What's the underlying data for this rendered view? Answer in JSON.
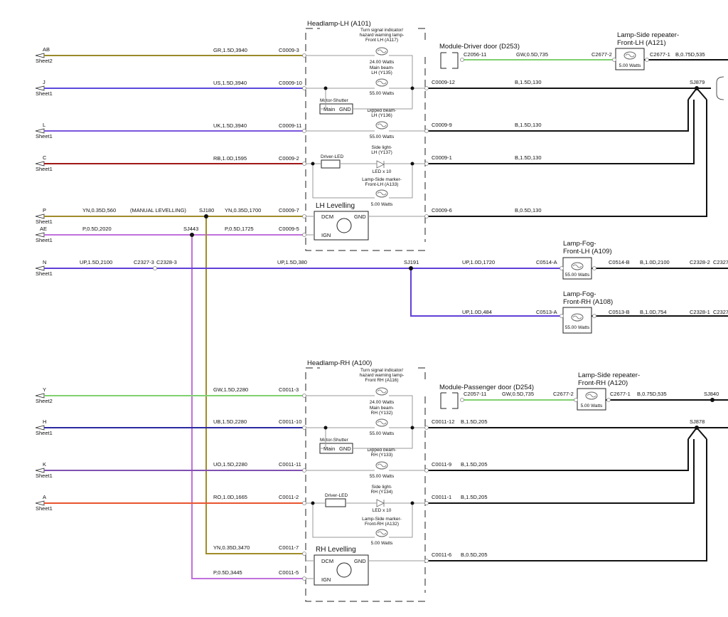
{
  "colors": {
    "GR": "#9a8a2a",
    "US": "#5a4adc",
    "UK": "#7a55dd",
    "RB": "#a01818",
    "YN": "#a08c28",
    "P": "#c070dc",
    "UP": "#6040d8",
    "GW": "#80d070",
    "UB": "#2a2aa0",
    "UO": "#8050b0",
    "RO": "#e85530",
    "B": "#111111",
    "grey": "#999999"
  },
  "headlamp_lh": {
    "title": "Headlamp-LH (A101)",
    "turn_label_1": "Turn signal indicator/",
    "turn_label_2": "hazard warning lamp-",
    "turn_label_3": "Front LH (A117)",
    "turn_watts": "24.00 Watts",
    "main_label_1": "Main beam-",
    "main_label_2": "LH (Y135)",
    "main_watts": "55.00 Watts",
    "motor_label": "Motor-Shutter",
    "motor_main": "Main",
    "motor_gnd": "GND",
    "dipped_label_1": "Dipped beam-",
    "dipped_label_2": "LH (Y136)",
    "dipped_watts": "55.00 Watts",
    "side_label_1": "Side light-",
    "side_label_2": "LH (Y137)",
    "led_count": "LED x 10",
    "driver_led": "Driver-LED",
    "marker_label_1": "Lamp-Side marker-",
    "marker_label_2": "Front-LH (A133)",
    "marker_watts": "5.00 Watts"
  },
  "lh_levelling": {
    "title": "LH Levelling",
    "dcm": "DCM",
    "gnd": "GND",
    "ign": "IGN"
  },
  "headlamp_rh": {
    "title": "Headlamp-RH (A100)",
    "turn_label_1": "Turn signal indicator/",
    "turn_label_2": "hazard warning lamp-",
    "turn_label_3": "Front RH (A116)",
    "turn_watts": "24.00 Watts",
    "main_label_1": "Main beam-",
    "main_label_2": "RH (Y132)",
    "main_watts": "55.00 Watts",
    "motor_label": "Motor-Shutter",
    "motor_main": "Main",
    "motor_gnd": "GND",
    "dipped_label_1": "Dipped beam-",
    "dipped_label_2": "RH (Y133)",
    "dipped_watts": "55.00 Watts",
    "side_label_1": "Side light-",
    "side_label_2": "RH (Y134)",
    "led_count": "LED x 10",
    "driver_led": "Driver-LED",
    "marker_label_1": "Lamp-Side marker-",
    "marker_label_2": "Front-RH (A132)",
    "marker_watts": "5.00 Watts"
  },
  "rh_levelling": {
    "title": "RH Levelling",
    "dcm": "DCM",
    "gnd": "GND",
    "ign": "IGN"
  },
  "driver_door": {
    "title": "Module-Driver door (D253)",
    "conn": "C2056-11",
    "wire": "GW,0.5D,735",
    "conn2": "C2677-2"
  },
  "passenger_door": {
    "title": "Module-Passenger door (D254)",
    "conn": "C2057-11",
    "wire": "GW,0.5D,735",
    "conn2": "C2677-2"
  },
  "repeater_lh": {
    "title_1": "Lamp-Side repeater-",
    "title_2": "Front-LH (A121)",
    "watts": "5.00 Watts",
    "conn_out": "C2677-1",
    "wire_out": "B,0.75D,535"
  },
  "repeater_rh": {
    "title_1": "Lamp-Side repeater-",
    "title_2": "Front-RH (A120)",
    "watts": "5.00 Watts",
    "conn_out": "C2677-1",
    "wire_out": "B,0.75D,535",
    "splice": "SJ840"
  },
  "fog_lh": {
    "title_1": "Lamp-Fog-",
    "title_2": "Front-LH (A109)",
    "watts": "55.00 Watts",
    "conn_in": "C0514-A",
    "conn_out": "C0514-B",
    "wire_in": "UP,1.0D,1720",
    "wire_out": "B,1.0D,2100",
    "conn_far": "C2328-2",
    "conn_far2": "C2327"
  },
  "fog_rh": {
    "title_1": "Lamp-Fog-",
    "title_2": "Front-RH (A108)",
    "watts": "55.00 Watts",
    "conn_in": "C0513-A",
    "conn_out": "C0513-B",
    "wire_in": "UP,1.0D,484",
    "wire_out": "B,1.0D,754",
    "conn_far": "C2328-1",
    "conn_far2": "C2327"
  },
  "left_wires": [
    {
      "id": "AB",
      "sheet": "Sheet2",
      "wire": "GR,1.5D,3940",
      "conn": "C0009-3"
    },
    {
      "id": "J",
      "sheet": "Sheet1",
      "wire": "US,1.5D,3940",
      "conn": "C0009-10"
    },
    {
      "id": "L",
      "sheet": "Sheet1",
      "wire": "UK,1.5D,3940",
      "conn": "C0009-11"
    },
    {
      "id": "C",
      "sheet": "Sheet1",
      "wire": "RB,1.0D,1595",
      "conn": "C0009-2"
    },
    {
      "id": "P",
      "sheet": "Sheet1",
      "wire": "YN,0.35D,560",
      "note": "(MANUAL LEVELLING)",
      "splice": "SJ180",
      "wire2": "YN,0.35D,1700",
      "conn": "C0009-7"
    },
    {
      "id": "AE",
      "sheet": "Sheet1",
      "wire": "P,0.5D,2020",
      "splice": "SJ443",
      "wire2": "P,0.5D,1725",
      "conn": "C0009-5"
    },
    {
      "id": "N",
      "sheet": "Sheet1",
      "wire": "UP,1.5D,2100",
      "conn_a": "C2327-3",
      "conn_b": "C2328-3",
      "wire2": "UP,1.5D,380",
      "splice": "SJ191"
    },
    {
      "id": "Y",
      "sheet": "Sheet2",
      "wire": "GW,1.5D,2280",
      "conn": "C0011-3"
    },
    {
      "id": "H",
      "sheet": "Sheet1",
      "wire": "UB,1.5D,2280",
      "conn": "C0011-10"
    },
    {
      "id": "K",
      "sheet": "Sheet1",
      "wire": "UO,1.5D,2280",
      "conn": "C0011-11"
    },
    {
      "id": "A",
      "sheet": "Sheet1",
      "wire": "RO,1.0D,1665",
      "conn": "C0011-2"
    }
  ],
  "rh_levelling_wires": [
    {
      "wire": "YN,0.35D,3470",
      "conn": "C0011-7"
    },
    {
      "wire": "P,0.5D,3445",
      "conn": "C0011-5"
    }
  ],
  "right_wires_lh": [
    {
      "conn": "C0009-12",
      "wire": "B,1.5D,130"
    },
    {
      "conn": "C0009-9",
      "wire": "B,1.5D,130"
    },
    {
      "conn": "C0009-1",
      "wire": "B,1.5D,130"
    },
    {
      "conn": "C0009-6",
      "wire": "B,0.5D,130"
    }
  ],
  "right_wires_rh": [
    {
      "conn": "C0011-12",
      "wire": "B,1.5D,205"
    },
    {
      "conn": "C0011-9",
      "wire": "B,1.5D,205"
    },
    {
      "conn": "C0011-1",
      "wire": "B,1.5D,205"
    },
    {
      "conn": "C0011-6",
      "wire": "B,0.5D,205"
    }
  ],
  "splices": {
    "lh_ground": "SJ879",
    "rh_ground": "SJ878"
  }
}
